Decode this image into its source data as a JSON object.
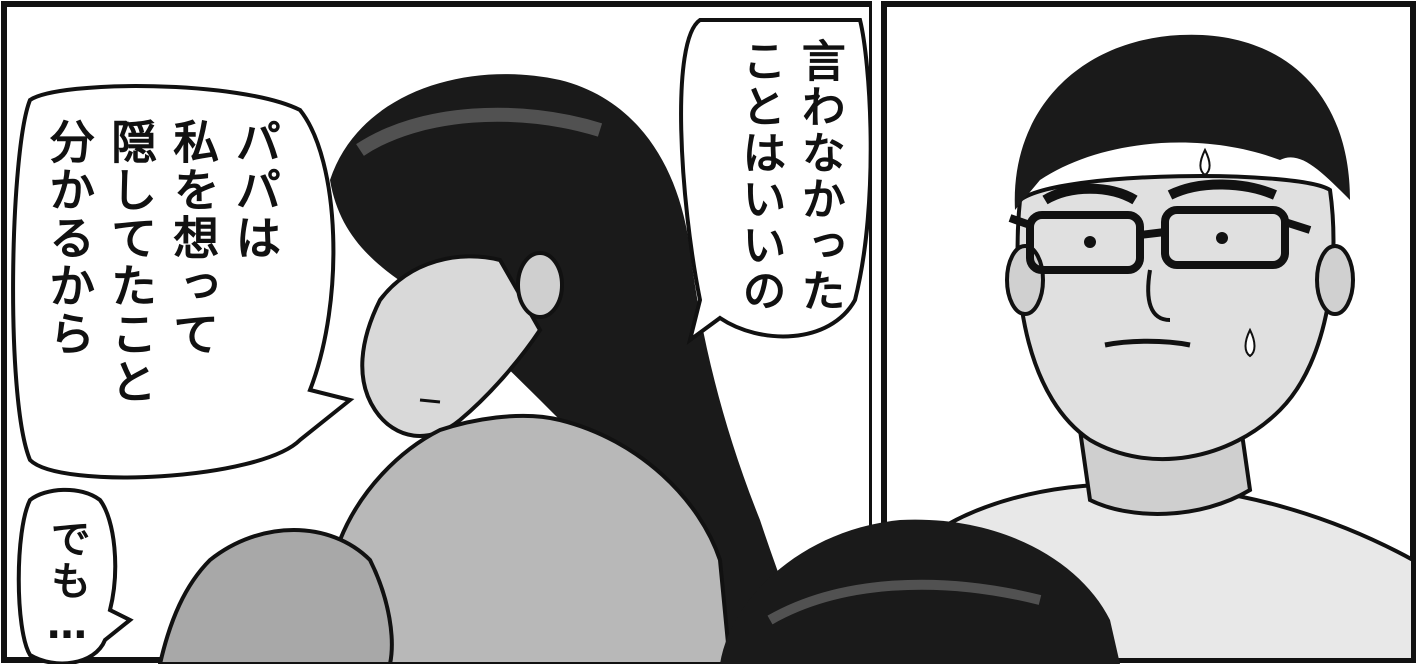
{
  "panels": {
    "left": {
      "bubbles": [
        {
          "id": "right-bubble",
          "text": "言わなかった\nことはいいの"
        },
        {
          "id": "left-bubble",
          "text": "パパは\n私を想って\n隠してたこと\n分かるから"
        },
        {
          "id": "small-bubble",
          "text": "でも…"
        }
      ]
    },
    "right": {}
  },
  "colors": {
    "ink": "#111111",
    "paper": "#ffffff",
    "hair": "#1a1a1a",
    "skin_shade": "#cfcfcf",
    "cloth_shade": "#b8b8b8"
  }
}
